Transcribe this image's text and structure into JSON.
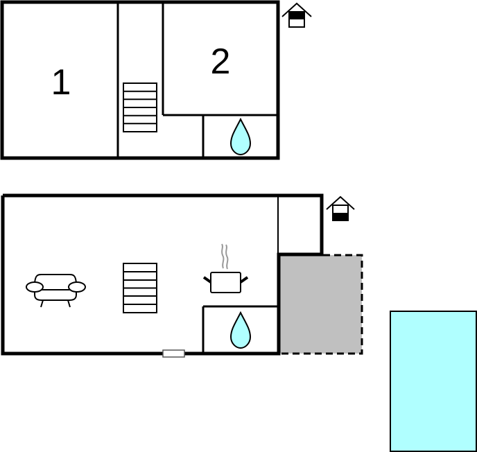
{
  "floor_plan": {
    "upper_floor": {
      "level_icon": "floor-upper-icon",
      "rooms": [
        {
          "label": "1",
          "type": "bedroom"
        },
        {
          "label": "2",
          "type": "bedroom"
        }
      ],
      "fixtures": [
        "stairs-icon",
        "water-drop-icon"
      ]
    },
    "ground_floor": {
      "level_icon": "floor-ground-icon",
      "fixtures": [
        "sofa-icon",
        "stairs-icon",
        "cooking-pot-icon",
        "water-drop-icon",
        "door-icon"
      ],
      "terrace": "covered-terrace-area"
    },
    "pool": "swimming-pool"
  },
  "colors": {
    "wall": "#000000",
    "water": "#b0ffff",
    "terrace": "#c0c0c0",
    "pool": "#b0ffff",
    "steam": "#999999"
  }
}
